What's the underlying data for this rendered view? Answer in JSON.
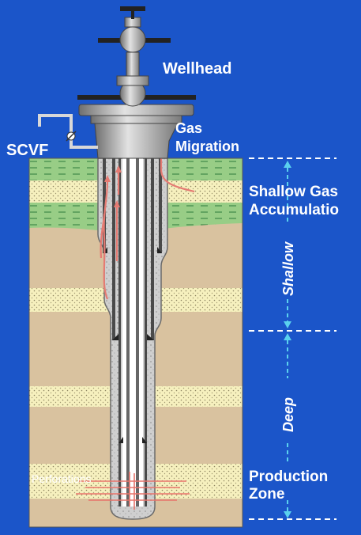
{
  "labels": {
    "wellhead": "Wellhead",
    "gas_migration_line1": "Gas",
    "gas_migration_line2": "Migration",
    "scvf": "SCVF",
    "shallow_gas_line1": "Shallow Gas",
    "shallow_gas_line2": "Accumulatio",
    "shallow": "Shallow",
    "deep": "Deep",
    "production_line1": "Production",
    "production_line2": "Zone",
    "perforations": "Perforations"
  },
  "colors": {
    "background": "#1b55c9",
    "formation_tan": "#d9c29f",
    "sand_yellow": "#f6f0be",
    "shale_green": "#98cd86",
    "cement_grey": "#c9c9c9",
    "casing_grey": "#9a9a9a",
    "gas_arrow": "#e57b73",
    "guide_line": "#ffffff"
  }
}
